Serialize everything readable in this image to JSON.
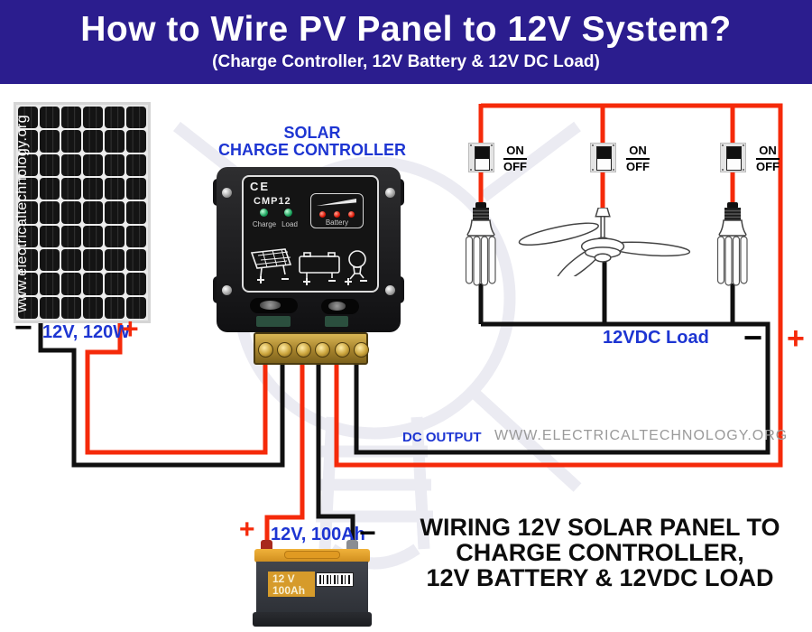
{
  "header": {
    "title": "How to Wire PV Panel to 12V System?",
    "subtitle": "(Charge Controller, 12V Battery & 12V DC Load)"
  },
  "solar_panel": {
    "url_watermark": "www.electricaltechnology.org",
    "minus": "−",
    "rating": "12V, 120W",
    "plus": "+"
  },
  "controller": {
    "name_line1": "SOLAR",
    "name_line2": "CHARGE CONTROLLER",
    "ce_mark": "CE",
    "model": "CMP12",
    "charge_led_label": "Charge",
    "load_led_label": "Load",
    "battery_gauge_label": "Battery"
  },
  "switches": [
    {
      "on": "ON",
      "off": "OFF"
    },
    {
      "on": "ON",
      "off": "OFF"
    },
    {
      "on": "ON",
      "off": "OFF"
    }
  ],
  "dc_load": {
    "label": "12VDC Load",
    "minus": "−",
    "plus": "+"
  },
  "dc_output": {
    "label": "DC OUTPUT",
    "site": "WWW.ELECTRICALTECHNOLOGY.ORG"
  },
  "battery": {
    "plus": "+",
    "rating": "12V, 100Ah",
    "minus": "−",
    "label_line1": "12 V",
    "label_line2": "100Ah"
  },
  "caption": {
    "line1": "WIRING 12V SOLAR PANEL TO",
    "line2": "CHARGE CONTROLLER,",
    "line3": "12V BATTERY & 12VDC LOAD"
  },
  "icons": {
    "watermark": "lightbulb-outline",
    "loads": [
      "cfl-bulb",
      "ceiling-fan",
      "cfl-bulb"
    ],
    "controller_row": [
      "solar-panel",
      "battery",
      "lamp"
    ]
  },
  "colors": {
    "header_bg": "#2b1d8e",
    "wire_red": "#f52a0a",
    "wire_black": "#101010",
    "label_blue": "#1d35d2",
    "site_gray": "#9a9a9a",
    "terminal_gold": "#c9a23a",
    "battery_orange": "#e8a82e"
  }
}
